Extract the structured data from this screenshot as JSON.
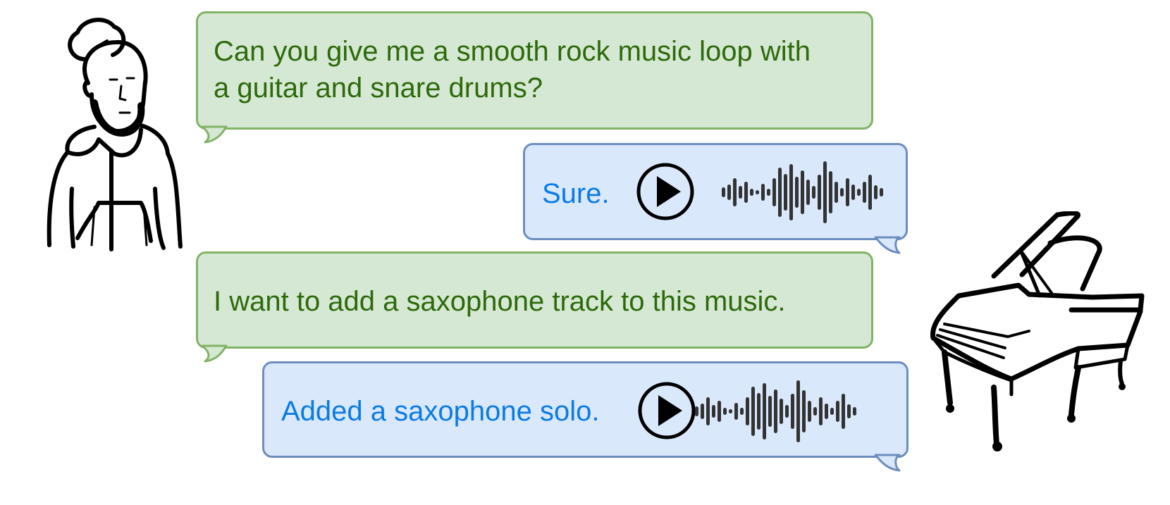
{
  "conversation": {
    "messages": [
      {
        "role": "user",
        "lines": [
          "Can you give me a smooth rock music loop with",
          "a guitar and snare drums?"
        ]
      },
      {
        "role": "assistant",
        "text": "Sure.",
        "attachment": "audio-clip"
      },
      {
        "role": "user",
        "text": "I want to add a saxophone track to this music."
      },
      {
        "role": "assistant",
        "text": "Added a saxophone solo.",
        "attachment": "audio-clip"
      }
    ]
  },
  "illustrations": {
    "left": "person-icon",
    "right": "grand-piano-icon"
  },
  "icons": {
    "play": "play-icon",
    "waveform": "waveform-icon"
  },
  "colors": {
    "user_fill": "#d5e8d4",
    "user_stroke": "#82b366",
    "user_text": "#2d6a0a",
    "bot_fill": "#dae8fc",
    "bot_stroke": "#6c8ebf",
    "bot_text": "#0a7be8"
  }
}
